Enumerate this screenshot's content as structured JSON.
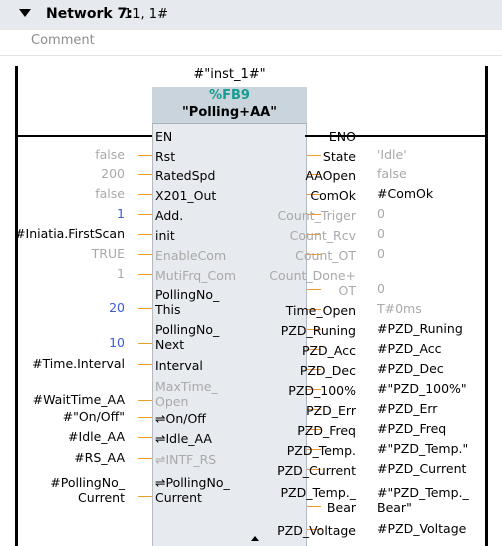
{
  "network": {
    "label": "Network 7:",
    "value": "11, 1#",
    "comment_placeholder": "Comment"
  },
  "block": {
    "instance": "#\"inst_1#\"",
    "number": "%FB9",
    "name": "\"Polling+AA\""
  },
  "colors": {
    "wire": "#ee9a2c",
    "block_header": "#c9d4dd",
    "block_body": "#e7eaee",
    "block_number": "#159d92",
    "literal_blue": "#3b5cd6",
    "greyed": "#a9a9a9"
  },
  "inputs": [
    {
      "label": [
        "EN"
      ],
      "value": [],
      "style": "normal",
      "value_style": "none"
    },
    {
      "label": [
        "Rst"
      ],
      "value": [
        "false"
      ],
      "style": "normal",
      "value_style": "gray"
    },
    {
      "label": [
        "RatedSpd"
      ],
      "value": [
        "200"
      ],
      "style": "normal",
      "value_style": "gray"
    },
    {
      "label": [
        "X201_Out"
      ],
      "value": [
        "false"
      ],
      "style": "normal",
      "value_style": "gray"
    },
    {
      "label": [
        "Add."
      ],
      "value": [
        "1"
      ],
      "style": "normal",
      "value_style": "blue"
    },
    {
      "label": [
        "init"
      ],
      "value": [
        "#Iniatia.FirstScan"
      ],
      "style": "normal",
      "value_style": "normal"
    },
    {
      "label": [
        "EnableCom"
      ],
      "value": [
        "TRUE"
      ],
      "style": "gray",
      "value_style": "gray"
    },
    {
      "label": [
        "MutiFrq_Com"
      ],
      "value": [
        "1"
      ],
      "style": "gray",
      "value_style": "gray"
    },
    {
      "label": [
        "PollingNo_",
        "This"
      ],
      "value": [
        "20"
      ],
      "style": "normal",
      "value_style": "blue"
    },
    {
      "label": [
        "PollingNo_",
        "Next"
      ],
      "value": [
        "10"
      ],
      "style": "normal",
      "value_style": "blue"
    },
    {
      "label": [
        "Interval"
      ],
      "value": [
        "#Time.Interval"
      ],
      "style": "normal",
      "value_style": "normal"
    },
    {
      "label": [
        "MaxTime_",
        "Open"
      ],
      "value": [
        "#WaitTime_AA"
      ],
      "style": "gray",
      "value_style": "normal"
    },
    {
      "label": [
        "⇌On/Off"
      ],
      "value": [
        "#\"On/Off\""
      ],
      "style": "normal",
      "value_style": "normal"
    },
    {
      "label": [
        "⇌Idle_AA"
      ],
      "value": [
        "#Idle_AA"
      ],
      "style": "normal",
      "value_style": "normal"
    },
    {
      "label": [
        "⇌INTF_RS"
      ],
      "value": [
        "#RS_AA"
      ],
      "style": "gray",
      "value_style": "normal"
    },
    {
      "label": [
        "⇌PollingNo_",
        "Current"
      ],
      "value": [
        "#PollingNo_",
        "Current"
      ],
      "style": "normal",
      "value_style": "normal"
    }
  ],
  "outputs": [
    {
      "label": [
        "ENO"
      ],
      "value": [],
      "style": "normal",
      "value_style": "none"
    },
    {
      "label": [
        "State"
      ],
      "value": [
        "'Idle'"
      ],
      "style": "normal",
      "value_style": "gray"
    },
    {
      "label": [
        "AAOpen"
      ],
      "value": [
        "false"
      ],
      "style": "normal",
      "value_style": "gray"
    },
    {
      "label": [
        "ComOk"
      ],
      "value": [
        "#ComOk"
      ],
      "style": "normal",
      "value_style": "normal"
    },
    {
      "label": [
        "Count_Triger"
      ],
      "value": [
        "0"
      ],
      "style": "gray",
      "value_style": "gray"
    },
    {
      "label": [
        "Count_Rcv"
      ],
      "value": [
        "0"
      ],
      "style": "gray",
      "value_style": "gray"
    },
    {
      "label": [
        "Count_OT"
      ],
      "value": [
        "0"
      ],
      "style": "gray",
      "value_style": "gray"
    },
    {
      "label": [
        "Count_Done+",
        "OT"
      ],
      "value": [
        "0"
      ],
      "style": "gray",
      "value_style": "gray"
    },
    {
      "label": [
        "Time_Open"
      ],
      "value": [
        "T#0ms"
      ],
      "style": "normal",
      "value_style": "gray"
    },
    {
      "label": [
        "PZD_Runing"
      ],
      "value": [
        "#PZD_Runing"
      ],
      "style": "normal",
      "value_style": "normal"
    },
    {
      "label": [
        "PZD_Acc"
      ],
      "value": [
        "#PZD_Acc"
      ],
      "style": "normal",
      "value_style": "normal"
    },
    {
      "label": [
        "PZD_Dec"
      ],
      "value": [
        "#PZD_Dec"
      ],
      "style": "normal",
      "value_style": "normal"
    },
    {
      "label": [
        "PZD_100%"
      ],
      "value": [
        "#\"PZD_100%\""
      ],
      "style": "normal",
      "value_style": "normal"
    },
    {
      "label": [
        "PZD_Err"
      ],
      "value": [
        "#PZD_Err"
      ],
      "style": "normal",
      "value_style": "normal"
    },
    {
      "label": [
        "PZD_Freq"
      ],
      "value": [
        "#PZD_Freq"
      ],
      "style": "normal",
      "value_style": "normal"
    },
    {
      "label": [
        "PZD_Temp."
      ],
      "value": [
        "#\"PZD_Temp.\""
      ],
      "style": "normal",
      "value_style": "normal"
    },
    {
      "label": [
        "PZD_Current"
      ],
      "value": [
        "#PZD_Current"
      ],
      "style": "normal",
      "value_style": "normal"
    },
    {
      "label": [
        "PZD_Temp._",
        "Bear"
      ],
      "value": [
        "#\"PZD_Temp._",
        "Bear\""
      ],
      "style": "normal",
      "value_style": "normal"
    },
    {
      "label": [
        "PZD_Voltage"
      ],
      "value": [
        "#PZD_Voltage"
      ],
      "style": "normal",
      "value_style": "normal"
    }
  ]
}
